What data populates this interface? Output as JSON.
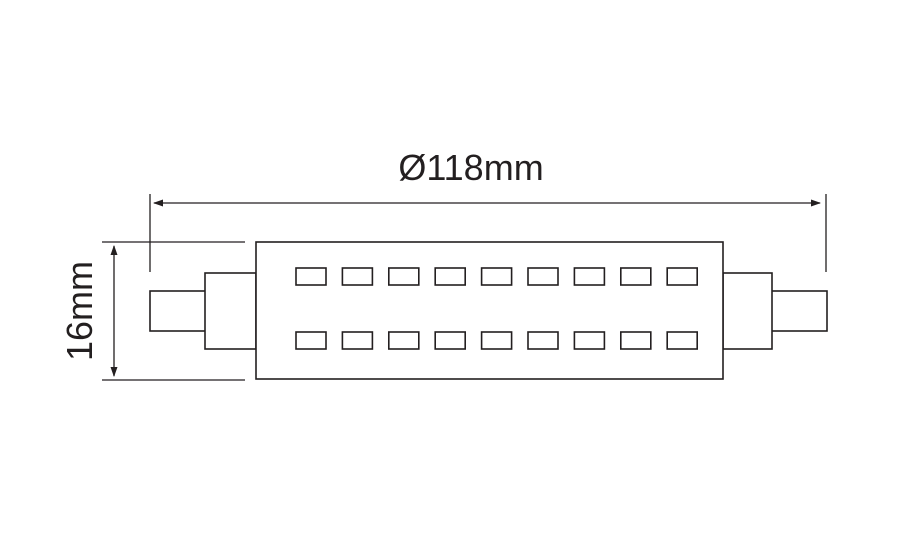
{
  "labels": {
    "length": "Ø118mm",
    "diameter": "16mm"
  },
  "colors": {
    "line": "#231f20",
    "background": "#ffffff"
  },
  "led_rows": 2,
  "leds_per_row": 9
}
